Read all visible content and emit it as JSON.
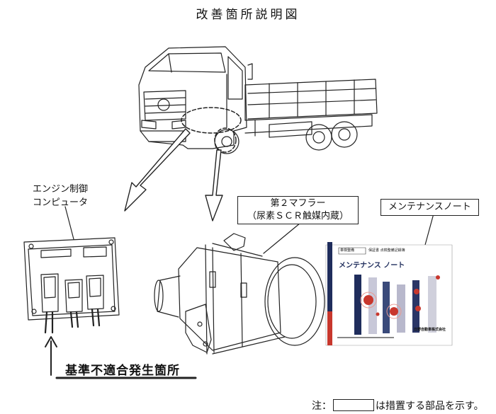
{
  "title": "改善箇所説明図",
  "labels": {
    "ecu": [
      "エンジン制御",
      "コンピュータ"
    ],
    "muffler": [
      "第２マフラー",
      "（尿素ＳＣＲ触媒内蔵）"
    ],
    "maintenance_note": "メンテナンスノート",
    "problem_location": "基準不適合発生箇所"
  },
  "notebook": {
    "header_tag": "車検整備",
    "header_tag_suffix": "保証書 点検整備記録簿",
    "title": "メンテナンス ノート",
    "publisher": "日野自動車株式会社"
  },
  "footnote": {
    "prefix": "注：",
    "suffix": "は措置する部品を示す。"
  },
  "colors": {
    "notebook_red": "#c8372d",
    "notebook_navy": "#1f2d5c",
    "line": "#222222"
  }
}
